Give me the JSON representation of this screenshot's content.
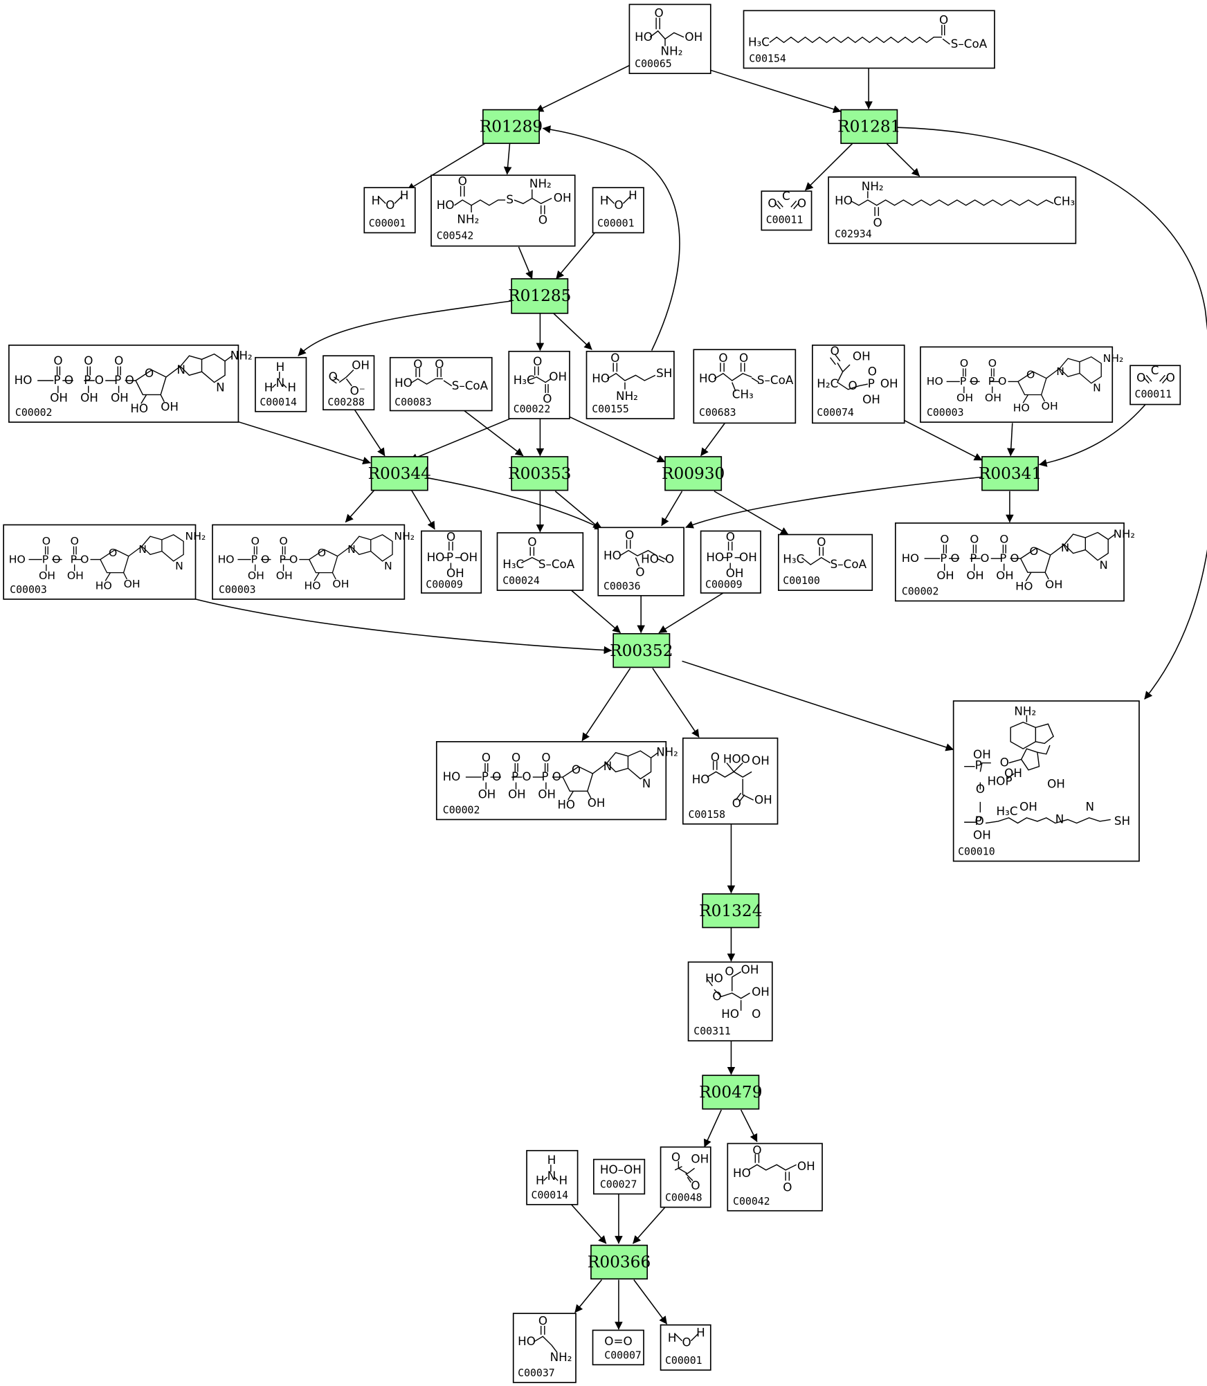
{
  "reactions": [
    {
      "id": "R01289"
    },
    {
      "id": "R01281"
    },
    {
      "id": "R01285"
    },
    {
      "id": "R00344"
    },
    {
      "id": "R00353"
    },
    {
      "id": "R00930"
    },
    {
      "id": "R00341"
    },
    {
      "id": "R00352"
    },
    {
      "id": "R01324"
    },
    {
      "id": "R00479"
    },
    {
      "id": "R00366"
    }
  ],
  "compounds": [
    {
      "id": "C00065",
      "labels": [
        "HO",
        "OH",
        "NH₂",
        "O"
      ]
    },
    {
      "id": "C00154",
      "labels": [
        "H₃C",
        "S–CoA",
        "O"
      ]
    },
    {
      "id": "C00001",
      "labels": [
        "H",
        "O",
        "H"
      ]
    },
    {
      "id": "C00542",
      "labels": [
        "HO",
        "NH₂",
        "S",
        "NH₂",
        "OH",
        "O",
        "O"
      ]
    },
    {
      "id": "C00001",
      "labels": [
        "H",
        "O",
        "H"
      ]
    },
    {
      "id": "C00011",
      "labels": [
        "O",
        "C",
        "O"
      ]
    },
    {
      "id": "C02934",
      "labels": [
        "HO",
        "NH₂",
        "O",
        "CH₃"
      ]
    },
    {
      "id": "C00002",
      "labels": [
        "HO",
        "P",
        "O",
        "P",
        "O",
        "P",
        "O",
        "OH",
        "OH",
        "OH",
        "HO",
        "OH",
        "NH₂"
      ]
    },
    {
      "id": "C00014",
      "labels": [
        "H",
        "N",
        "H",
        "H"
      ]
    },
    {
      "id": "C00288",
      "labels": [
        "OH",
        "O",
        "O⁻"
      ]
    },
    {
      "id": "C00083",
      "labels": [
        "HO",
        "S–CoA",
        "O",
        "O"
      ]
    },
    {
      "id": "C00022",
      "labels": [
        "H₃C",
        "O",
        "OH",
        "O"
      ]
    },
    {
      "id": "C00155",
      "labels": [
        "HO",
        "NH₂",
        "SH",
        "O"
      ]
    },
    {
      "id": "C00683",
      "labels": [
        "HO",
        "CH₃",
        "S–CoA",
        "O",
        "O"
      ]
    },
    {
      "id": "C00074",
      "labels": [
        "OH",
        "O",
        "H₂C",
        "O",
        "P",
        "OH",
        "OH",
        "O"
      ]
    },
    {
      "id": "C00003",
      "labels": [
        "HO",
        "P",
        "O",
        "P",
        "O",
        "OH",
        "OH",
        "HO",
        "OH",
        "NH₂"
      ]
    },
    {
      "id": "C00011",
      "labels": [
        "O",
        "C",
        "O"
      ]
    },
    {
      "id": "C00003",
      "labels": [
        "HO",
        "P",
        "O",
        "P",
        "O",
        "OH",
        "OH",
        "HO",
        "OH",
        "NH₂"
      ]
    },
    {
      "id": "C00003",
      "labels": [
        "HO",
        "P",
        "O",
        "P",
        "O",
        "OH",
        "OH",
        "HO",
        "OH",
        "NH₂"
      ]
    },
    {
      "id": "C00009",
      "labels": [
        "HO",
        "P",
        "OH",
        "OH",
        "O"
      ]
    },
    {
      "id": "C00024",
      "labels": [
        "H₃C",
        "S–CoA",
        "O"
      ]
    },
    {
      "id": "C00036",
      "labels": [
        "HO",
        "O",
        "O",
        "HO",
        "O"
      ]
    },
    {
      "id": "C00009",
      "labels": [
        "HO",
        "P",
        "OH",
        "OH",
        "O"
      ]
    },
    {
      "id": "C00100",
      "labels": [
        "H₃C",
        "S–CoA",
        "O"
      ]
    },
    {
      "id": "C00002",
      "labels": [
        "HO",
        "P",
        "O",
        "P",
        "O",
        "P",
        "O",
        "OH",
        "OH",
        "OH",
        "HO",
        "OH",
        "NH₂"
      ]
    },
    {
      "id": "C00002",
      "labels": [
        "HO",
        "P",
        "O",
        "P",
        "O",
        "P",
        "O",
        "OH",
        "OH",
        "OH",
        "HO",
        "OH",
        "NH₂"
      ]
    },
    {
      "id": "C00158",
      "labels": [
        "HO",
        "O",
        "HO",
        "O",
        "OH",
        "O",
        "OH"
      ]
    },
    {
      "id": "C00010",
      "labels": [
        "NH₂",
        "OH",
        "O",
        "P",
        "O",
        "HO",
        "P",
        "OH",
        "O",
        "P",
        "OH",
        "H₃C",
        "OH",
        "N",
        "N",
        "SH",
        "OH"
      ]
    },
    {
      "id": "C00311",
      "labels": [
        "HO",
        "O",
        "OH",
        "O",
        "OH",
        "HO",
        "O"
      ]
    },
    {
      "id": "C00014",
      "labels": [
        "H",
        "N",
        "H",
        "H"
      ]
    },
    {
      "id": "C00027",
      "labels": [
        "HO–OH"
      ]
    },
    {
      "id": "C00048",
      "labels": [
        "OH",
        "O",
        "O"
      ]
    },
    {
      "id": "C00042",
      "labels": [
        "HO",
        "O",
        "OH",
        "O"
      ]
    },
    {
      "id": "C00037",
      "labels": [
        "HO",
        "NH₂",
        "O"
      ]
    },
    {
      "id": "C00007",
      "labels": [
        "O=O"
      ]
    },
    {
      "id": "C00001",
      "labels": [
        "H",
        "O",
        "H"
      ]
    }
  ],
  "edges": [
    [
      "C00065",
      "R01289"
    ],
    [
      "C00065",
      "R01281"
    ],
    [
      "C00154",
      "R01281"
    ],
    [
      "R01289",
      "C00001a"
    ],
    [
      "R01289",
      "C00542"
    ],
    [
      "R01281",
      "C00011a"
    ],
    [
      "R01281",
      "C02934"
    ],
    [
      "R01281",
      "C00010"
    ],
    [
      "C00542",
      "R01285"
    ],
    [
      "C00001b",
      "R01285"
    ],
    [
      "R01285",
      "C00014a"
    ],
    [
      "R01285",
      "C00022"
    ],
    [
      "R01285",
      "C00155"
    ],
    [
      "C00155",
      "R01289"
    ],
    [
      "C00002a",
      "R00344"
    ],
    [
      "C00288",
      "R00344"
    ],
    [
      "C00022",
      "R00344"
    ],
    [
      "C00083",
      "R00353"
    ],
    [
      "C00022",
      "R00353"
    ],
    [
      "C00022",
      "R00930"
    ],
    [
      "C00683",
      "R00930"
    ],
    [
      "C00074",
      "R00341"
    ],
    [
      "C00003a",
      "R00341"
    ],
    [
      "C00011b",
      "R00341"
    ],
    [
      "R00344",
      "C00003c"
    ],
    [
      "R00344",
      "C00009a"
    ],
    [
      "R00344",
      "C00036"
    ],
    [
      "R00353",
      "C00024"
    ],
    [
      "R00353",
      "C00036"
    ],
    [
      "R00930",
      "C00036"
    ],
    [
      "R00930",
      "C00100"
    ],
    [
      "R00341",
      "C00036"
    ],
    [
      "R00341",
      "C00002b"
    ],
    [
      "C00003b",
      "R00352"
    ],
    [
      "C00024",
      "R00352"
    ],
    [
      "C00036",
      "R00352"
    ],
    [
      "C00009b",
      "R00352"
    ],
    [
      "R00352",
      "C00002c"
    ],
    [
      "R00352",
      "C00158"
    ],
    [
      "R00352",
      "C00010"
    ],
    [
      "C00158",
      "R01324"
    ],
    [
      "R01324",
      "C00311"
    ],
    [
      "C00311",
      "R00479"
    ],
    [
      "R00479",
      "C00048"
    ],
    [
      "R00479",
      "C00042"
    ],
    [
      "C00014b",
      "R00366"
    ],
    [
      "C00027",
      "R00366"
    ],
    [
      "C00048",
      "R00366"
    ],
    [
      "R00366",
      "C00037"
    ],
    [
      "R00366",
      "C00007"
    ],
    [
      "R00366",
      "C00001c"
    ]
  ]
}
